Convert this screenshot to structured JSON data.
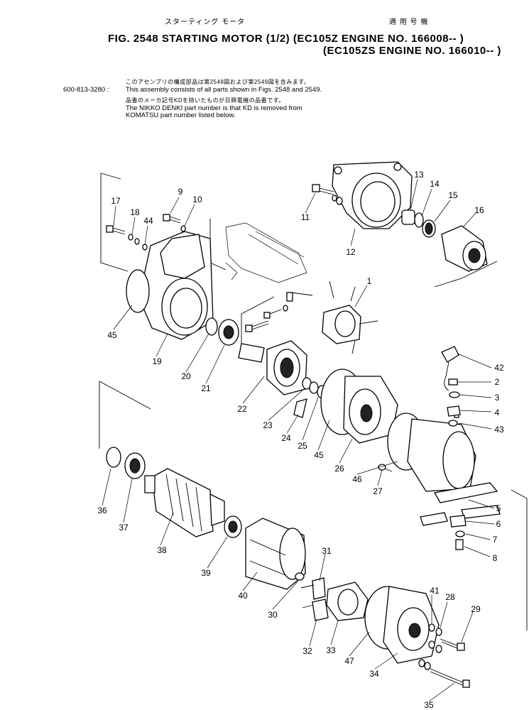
{
  "header": {
    "title_jp": "スターティング モータ",
    "applicable_jp": "適 用 号 機",
    "figure_title": "FIG. 2548   STARTING MOTOR  (1/2)  (EC105Z    ENGINE  NO. 166008--  )",
    "figure_title_2": "(EC105ZS  ENGINE  NO. 166010--  )"
  },
  "notes": {
    "assembly_jp": "このアセンブリの構成部品は第2548図および第2549図を含みます。",
    "assembly_part_no": "600-813-3280 :",
    "assembly_en": "This assembly consists of all parts shown in Figs. 2548 and 2549.",
    "maker_jp": "品番のメーカ記号KDを除いたものが日興電機の品番です。",
    "maker_en_1": "The NIKKO DENKI part number is that KD is removed from",
    "maker_en_2": "KOMATSU part number listed below."
  },
  "callouts": [
    {
      "n": "1"
    },
    {
      "n": "2"
    },
    {
      "n": "3"
    },
    {
      "n": "4"
    },
    {
      "n": "5"
    },
    {
      "n": "6"
    },
    {
      "n": "7"
    },
    {
      "n": "8"
    },
    {
      "n": "9"
    },
    {
      "n": "10"
    },
    {
      "n": "11"
    },
    {
      "n": "12"
    },
    {
      "n": "13"
    },
    {
      "n": "14"
    },
    {
      "n": "15"
    },
    {
      "n": "16"
    },
    {
      "n": "17"
    },
    {
      "n": "18"
    },
    {
      "n": "19"
    },
    {
      "n": "20"
    },
    {
      "n": "21"
    },
    {
      "n": "22"
    },
    {
      "n": "23"
    },
    {
      "n": "24"
    },
    {
      "n": "25"
    },
    {
      "n": "26"
    },
    {
      "n": "27"
    },
    {
      "n": "28"
    },
    {
      "n": "29"
    },
    {
      "n": "30"
    },
    {
      "n": "31"
    },
    {
      "n": "32"
    },
    {
      "n": "33"
    },
    {
      "n": "34"
    },
    {
      "n": "35"
    },
    {
      "n": "36"
    },
    {
      "n": "37"
    },
    {
      "n": "38"
    },
    {
      "n": "39"
    },
    {
      "n": "40"
    },
    {
      "n": "41"
    },
    {
      "n": "42"
    },
    {
      "n": "43"
    },
    {
      "n": "44"
    },
    {
      "n": "45"
    },
    {
      "n": "45"
    },
    {
      "n": "46"
    },
    {
      "n": "47"
    }
  ]
}
